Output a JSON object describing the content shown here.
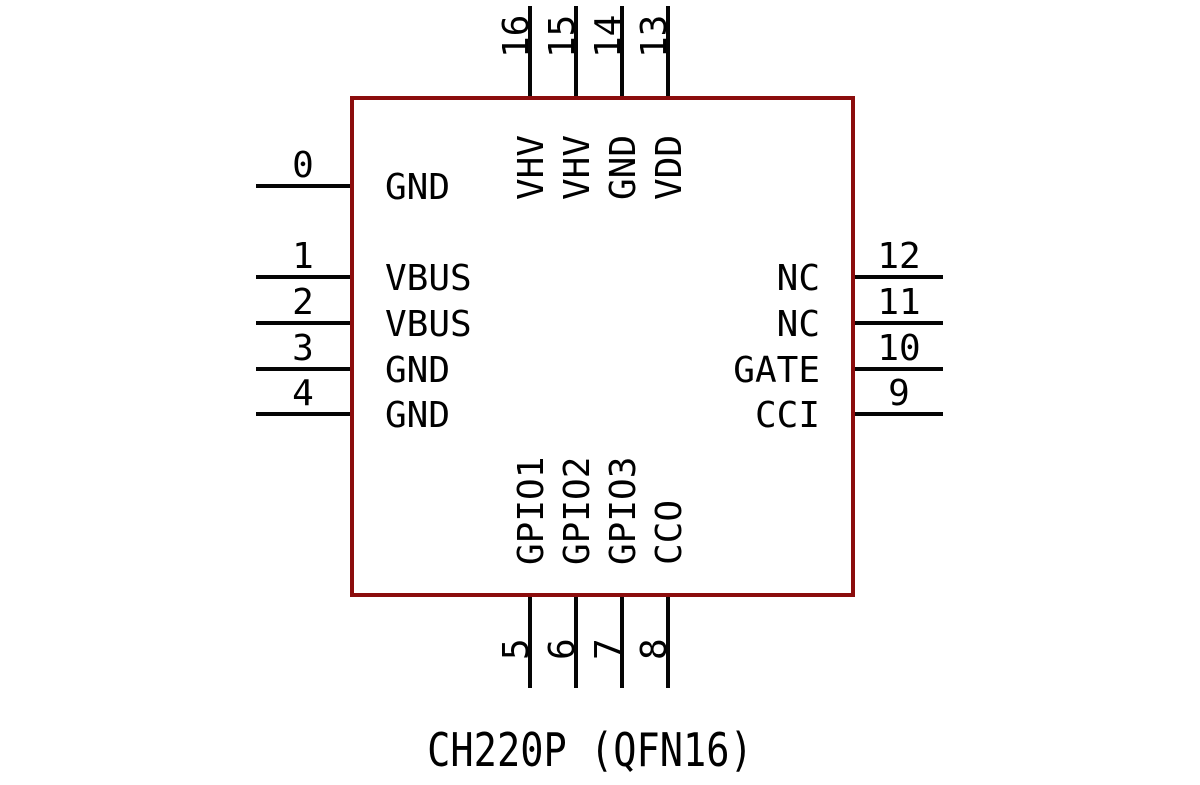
{
  "title": "CH220P (QFN16)",
  "component": {
    "name": "CH220P",
    "package": "QFN16",
    "colors": {
      "body_border": "#8b0d0d",
      "pin_line": "#050505",
      "text": "#000000",
      "background": "#ffffff"
    },
    "pins": {
      "left": [
        {
          "number": "0",
          "label": "GND"
        },
        {
          "number": "1",
          "label": "VBUS"
        },
        {
          "number": "2",
          "label": "VBUS"
        },
        {
          "number": "3",
          "label": "GND"
        },
        {
          "number": "4",
          "label": "GND"
        }
      ],
      "right": [
        {
          "number": "12",
          "label": "NC"
        },
        {
          "number": "11",
          "label": "NC"
        },
        {
          "number": "10",
          "label": "GATE"
        },
        {
          "number": "9",
          "label": "CCI"
        }
      ],
      "top": [
        {
          "number": "16",
          "label": "VHV"
        },
        {
          "number": "15",
          "label": "VHV"
        },
        {
          "number": "14",
          "label": "GND"
        },
        {
          "number": "13",
          "label": "VDD"
        }
      ],
      "bottom": [
        {
          "number": "5",
          "label": "GPIO1"
        },
        {
          "number": "6",
          "label": "GPIO2"
        },
        {
          "number": "7",
          "label": "GPIO3"
        },
        {
          "number": "8",
          "label": "CCO"
        }
      ]
    }
  }
}
